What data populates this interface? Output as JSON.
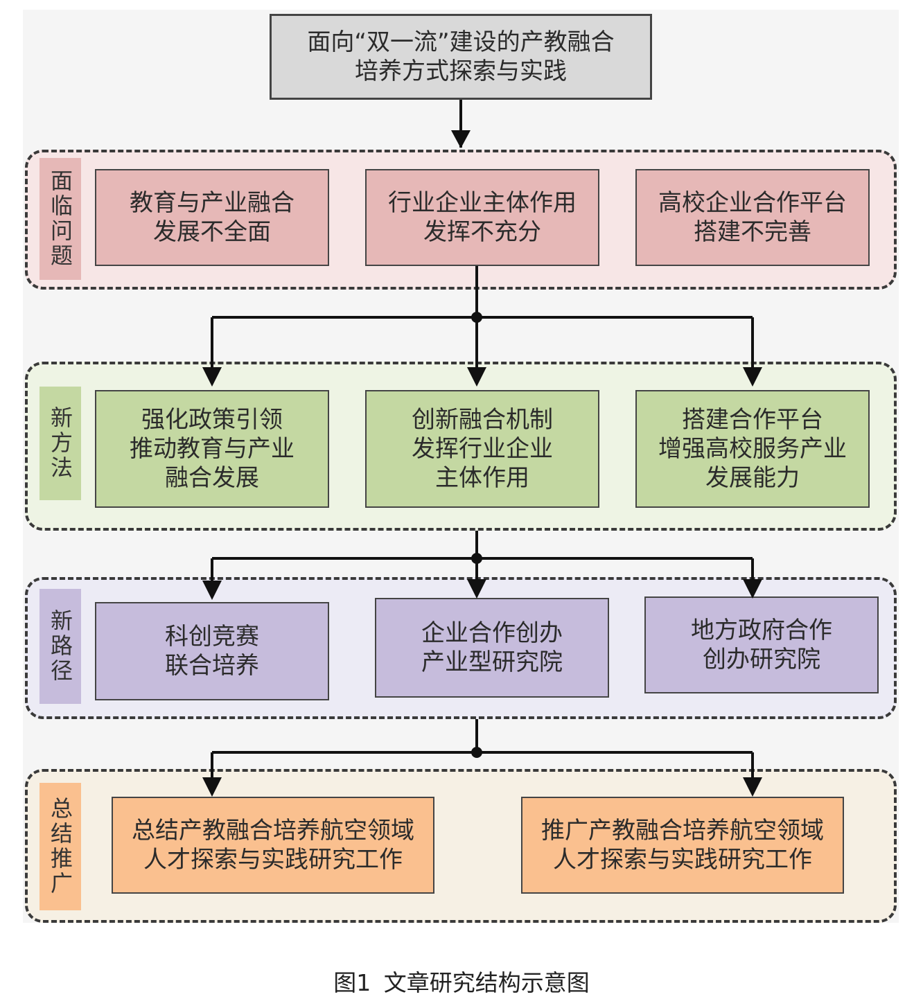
{
  "title": "面向“双一流”建设的产教融合\n培养方式探索与实践",
  "sections": [
    {
      "label": "面临问题",
      "boxes": [
        "教育与产业融合\n发展不全面",
        "行业企业主体作用\n发挥不充分",
        "高校企业合作平台\n搭建不完善"
      ]
    },
    {
      "label": "新方法",
      "boxes": [
        "强化政策引领\n推动教育与产业\n融合发展",
        "创新融合机制\n发挥行业企业\n主体作用",
        "搭建合作平台\n增强高校服务产业\n发展能力"
      ]
    },
    {
      "label": "新路径",
      "boxes": [
        "科创竞赛\n联合培养",
        "企业合作创办\n产业型研究院",
        "地方政府合作\n创办研究院"
      ]
    },
    {
      "label": "总结推广",
      "boxes": [
        "总结产教融合培养航空领域\n人才探索与实践研究工作",
        "推广产教融合培养航空领域\n人才探索与实践研究工作"
      ]
    }
  ],
  "caption": "图1 文章研究结构示意图",
  "colors": {
    "title": "#d9d9d9",
    "problems": "#e6b8b7",
    "methods": "#c4d8a2",
    "paths": "#c6bcdc",
    "summary": "#fac08f"
  }
}
